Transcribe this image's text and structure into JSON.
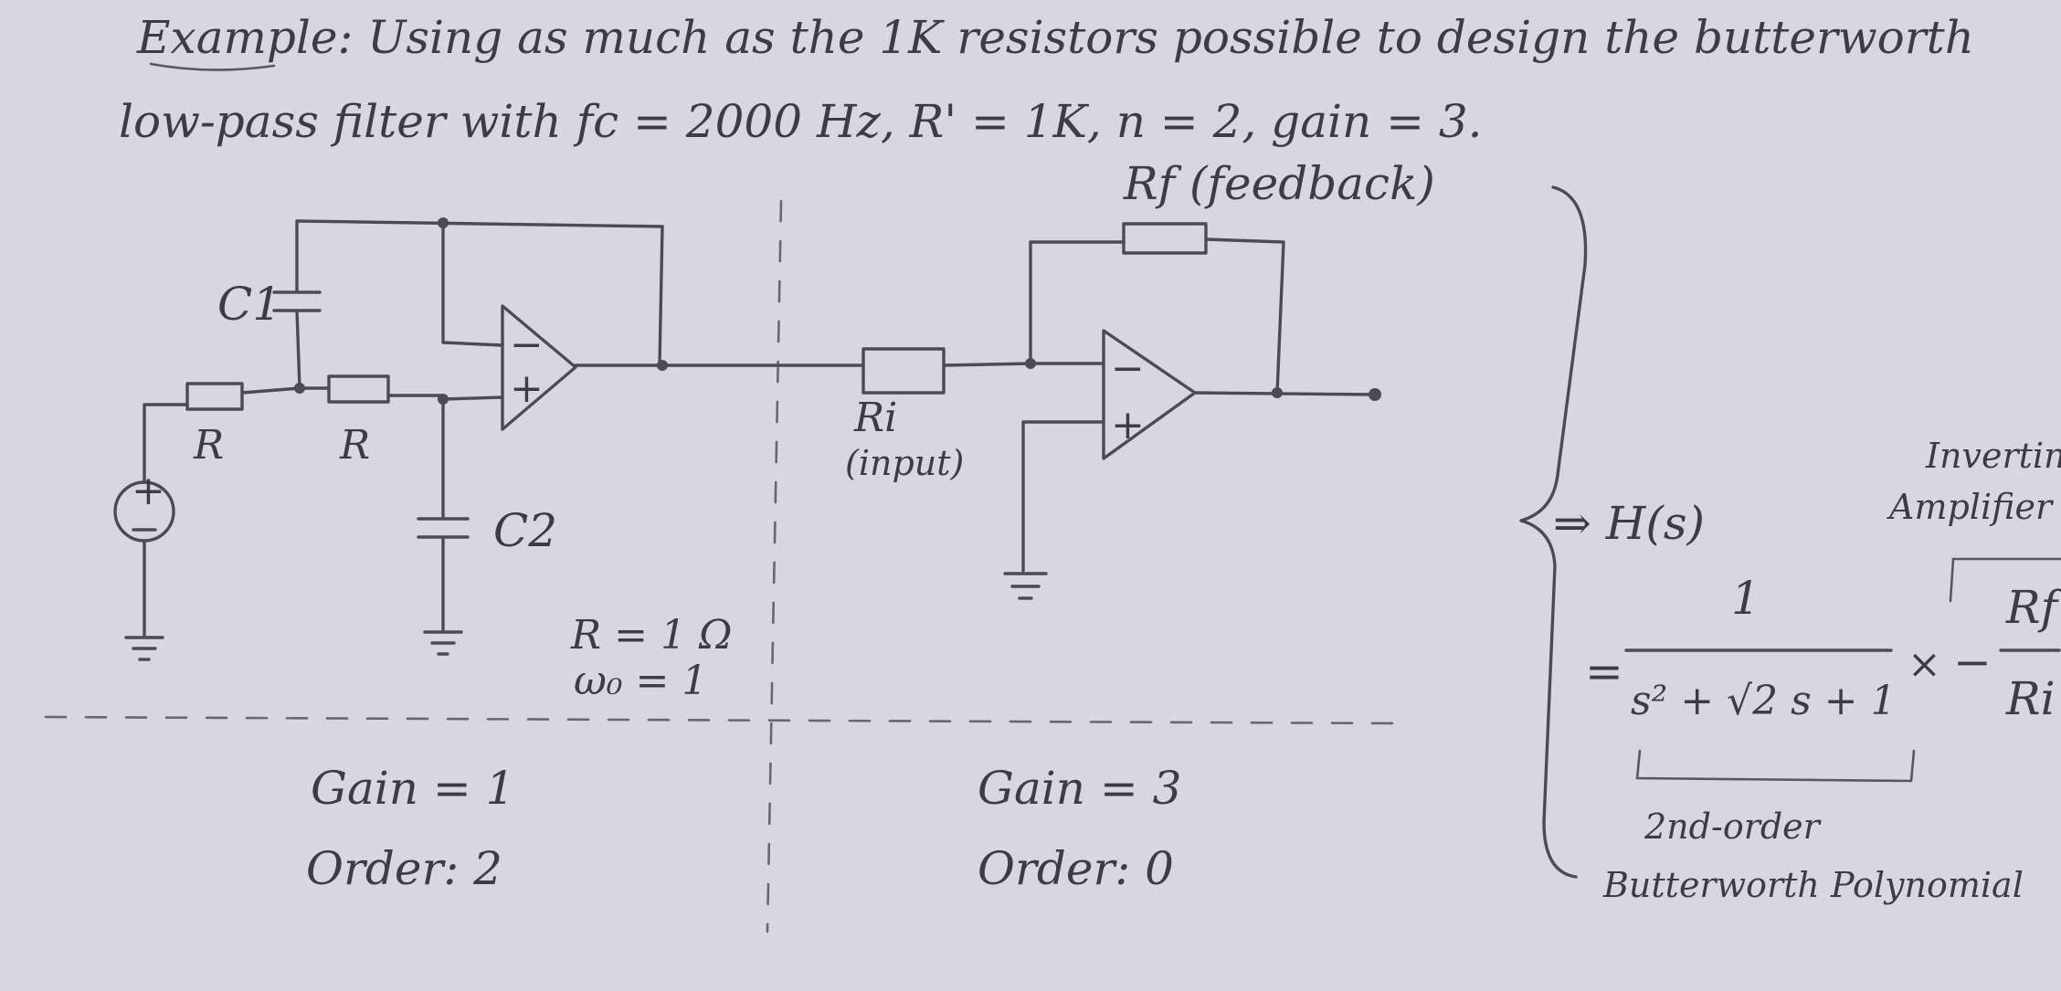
{
  "problem": {
    "line1": "Example: Using as much as the 1K resistors possible to design the butterworth",
    "line2": "low-pass filter with fc = 2000 Hz, R' = 1K, n = 2, gain = 3."
  },
  "stage1": {
    "c1_label": "C1",
    "c2_label": "C2",
    "r_label_1": "R",
    "r_label_2": "R",
    "source_label": "+",
    "r_value": "R = 1 Ω",
    "omega_value": "ω₀ = 1",
    "gain": "Gain = 1",
    "order": "Order: 2"
  },
  "stage2": {
    "rf_label": "Rf (feedback)",
    "ri_label": "Ri",
    "ri_note": "(input)",
    "gain": "Gain = 3",
    "order": "Order: 0"
  },
  "transfer": {
    "h_label": "⇒ H(s)",
    "equals": "=",
    "numerator": "1",
    "denominator": "s² + √2 s + 1",
    "times": "×",
    "minus": "−",
    "rf": "Rf",
    "ri": "Ri",
    "amp_note_1": "Inverting",
    "amp_note_2": "Amplifier",
    "poly_note_1": "2nd-order",
    "poly_note_2": "Butterworth Polynomial"
  }
}
